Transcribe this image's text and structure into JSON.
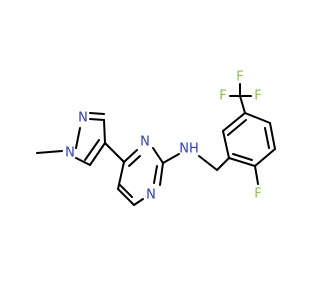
{
  "colors": {
    "nitrogen": "#2a3ad6",
    "fluorine": "#8cc43c",
    "carbon": "#000000",
    "background": "#ffffff"
  },
  "atoms": {
    "n_methyl": "N",
    "n_pyrazole_top": "N",
    "n_pyrimidine_1": "N",
    "n_pyrimidine_3": "N",
    "nh_amine": "NH",
    "f_aryl": "F",
    "f_cf3_left": "F",
    "f_cf3_top": "F",
    "f_cf3_right": "F"
  }
}
